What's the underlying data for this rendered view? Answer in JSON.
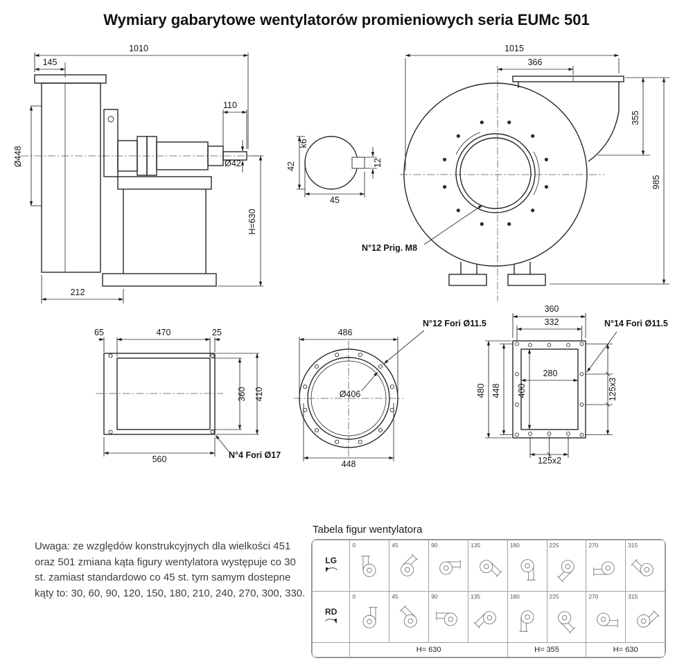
{
  "title": "Wymiary gabarytowe wentylatorów promieniowych seria EUMc 501",
  "colors": {
    "ink": "#262626",
    "table_line": "#a0a0a0"
  },
  "side_view": {
    "total_length": "1010",
    "flange_depth": "145",
    "shaft_ext_length": "110",
    "inlet_diameter": "Ø448",
    "shaft_diameter": "Ø42",
    "axis_height": "H=630",
    "base_offset": "212"
  },
  "shaft_detail": {
    "diameter": "42",
    "tolerance": "k6",
    "key_width": "12",
    "key_height": "45"
  },
  "front_view": {
    "total_width": "1015",
    "outlet_offset": "366",
    "outlet_height": "355",
    "total_height": "985",
    "holes_label": "N°12 Prig. M8"
  },
  "outlet_flange": {
    "seg_left": "65",
    "seg_mid": "470",
    "seg_right": "25",
    "inner_height": "360",
    "outer_height": "410",
    "outer_width": "560",
    "holes_label": "N°4 Fori Ø17"
  },
  "inlet_flange": {
    "outer_diameter": "486",
    "inner_diameter": "Ø406",
    "bolt_circle": "448",
    "holes_label": "N°12 Fori Ø11.5"
  },
  "side_flange": {
    "outer_width": "360",
    "bolt_width": "332",
    "inner_width": "280",
    "outer_height": "480",
    "bolt_height": "448",
    "inner_height": "400",
    "pitch_v": "125x3",
    "pitch_h": "125x2",
    "holes_label": "N°14 Fori Ø11.5"
  },
  "note": {
    "text": "Uwaga: ze względów konstrukcyjnych dla wielkości 451 oraz 501 zmiana kąta figury wentylatora występuje co 30 st. zamiast standardowo co 45 st. tym samym dostepne kąty to: 30, 60, 90, 120, 150, 180, 210, 240, 270, 300, 330."
  },
  "figure_table": {
    "title": "Tabela figur wentylatora",
    "row_labels": [
      "LG",
      "RD"
    ],
    "angles": [
      "0",
      "45",
      "90",
      "135",
      "180",
      "225",
      "270",
      "315"
    ],
    "h_labels": [
      "H= 630",
      "H= 355",
      "H= 630"
    ]
  }
}
